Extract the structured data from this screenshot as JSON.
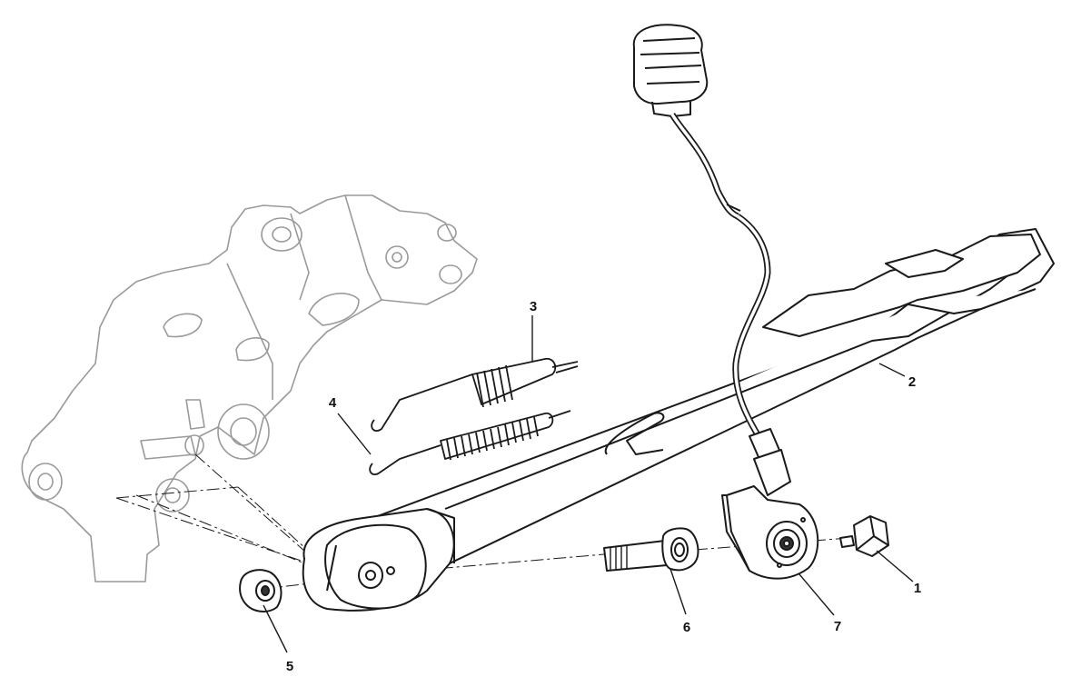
{
  "callouts": [
    {
      "id": "1",
      "label": "1"
    },
    {
      "id": "2",
      "label": "2"
    },
    {
      "id": "3",
      "label": "3"
    },
    {
      "id": "4",
      "label": "4"
    },
    {
      "id": "5",
      "label": "5"
    },
    {
      "id": "6",
      "label": "6"
    },
    {
      "id": "7",
      "label": "7"
    }
  ],
  "colors": {
    "line": "#1a1a1a",
    "faint_line": "#9a9a9a",
    "background": "#ffffff"
  }
}
